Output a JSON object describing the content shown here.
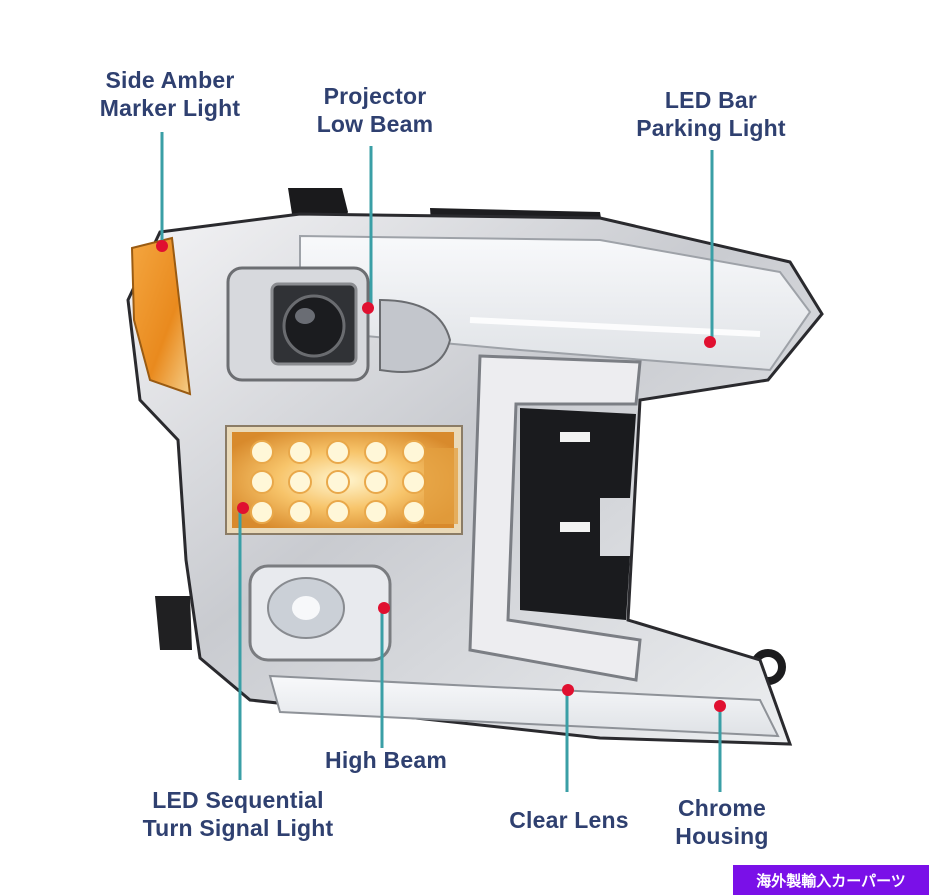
{
  "labels": {
    "side_amber_marker": [
      "Side Amber",
      "Marker Light"
    ],
    "projector_low_beam": [
      "Projector",
      "Low Beam"
    ],
    "led_bar_parking": [
      "LED Bar",
      "Parking Light"
    ],
    "high_beam": [
      "High Beam"
    ],
    "led_sequential_turn": [
      "LED Sequential",
      "Turn Signal Light"
    ],
    "clear_lens": [
      "Clear Lens"
    ],
    "chrome_housing": [
      "Chrome",
      "Housing"
    ]
  },
  "watermark": "海外製輸入カーパーツ",
  "colors": {
    "label_text": "#2f4070",
    "leader_line": "#3a9fa6",
    "marker_dot": "#e01030",
    "watermark_bg": "#7a10e8"
  }
}
